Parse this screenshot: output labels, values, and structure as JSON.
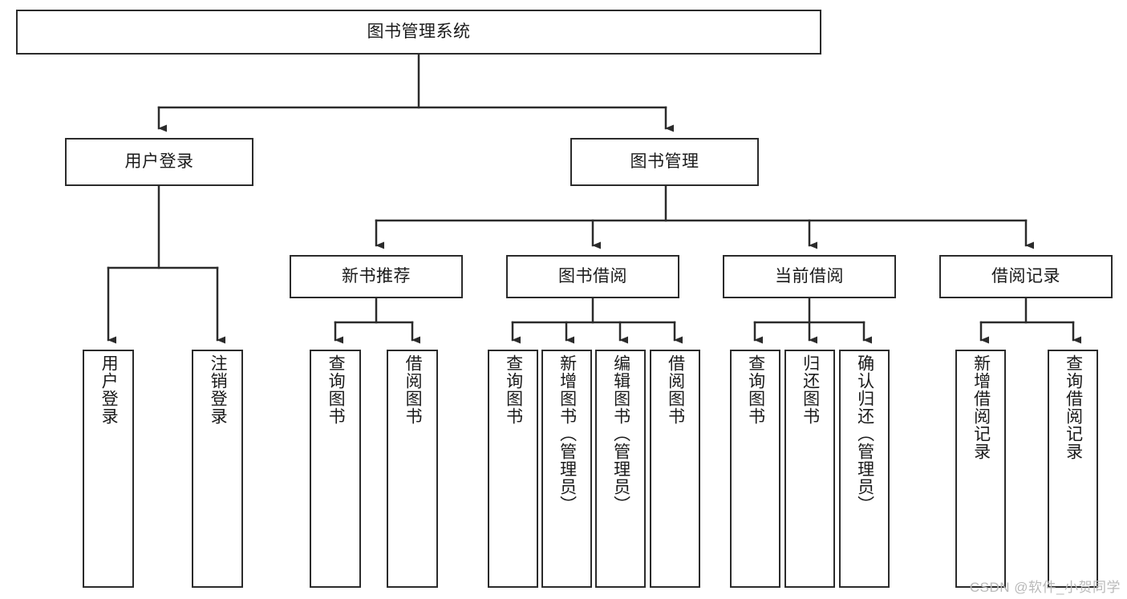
{
  "diagram": {
    "type": "tree",
    "title_node": {
      "id": "root",
      "label": "图书管理系统"
    },
    "levels": {
      "level2": [
        {
          "id": "user-login",
          "label": "用户登录"
        },
        {
          "id": "book-management",
          "label": "图书管理"
        }
      ],
      "level3": [
        {
          "id": "new-book-recommend",
          "label": "新书推荐"
        },
        {
          "id": "book-borrow",
          "label": "图书借阅"
        },
        {
          "id": "current-borrow",
          "label": "当前借阅"
        },
        {
          "id": "borrow-record",
          "label": "借阅记录"
        }
      ],
      "level4": [
        {
          "id": "leaf-user-login",
          "label": "用户登录",
          "parent": "user-login"
        },
        {
          "id": "leaf-logout",
          "label": "注销登录",
          "parent": "user-login"
        },
        {
          "id": "leaf-query-book-1",
          "label": "查询图书",
          "parent": "new-book-recommend"
        },
        {
          "id": "leaf-borrow-book-1",
          "label": "借阅图书",
          "parent": "new-book-recommend"
        },
        {
          "id": "leaf-query-book-2",
          "label": "查询图书",
          "parent": "book-borrow"
        },
        {
          "id": "leaf-add-book",
          "label": "新增图书（管理员）",
          "parent": "book-borrow"
        },
        {
          "id": "leaf-edit-book",
          "label": "编辑图书（管理员）",
          "parent": "book-borrow"
        },
        {
          "id": "leaf-borrow-book-2",
          "label": "借阅图书",
          "parent": "book-borrow"
        },
        {
          "id": "leaf-query-book-3",
          "label": "查询图书",
          "parent": "current-borrow"
        },
        {
          "id": "leaf-return-book",
          "label": "归还图书",
          "parent": "current-borrow"
        },
        {
          "id": "leaf-confirm-return",
          "label": "确认归还（管理员）",
          "parent": "current-borrow"
        },
        {
          "id": "leaf-add-record",
          "label": "新增借阅记录",
          "parent": "borrow-record"
        },
        {
          "id": "leaf-query-record",
          "label": "查询借阅记录",
          "parent": "borrow-record"
        }
      ]
    },
    "colors": {
      "stroke": "#2b2b2b",
      "fill": "#ffffff",
      "text": "#1a1a1a",
      "watermark": "#b9b9b9"
    }
  },
  "watermark": {
    "text": "CSDN @软件_小贺同学"
  }
}
